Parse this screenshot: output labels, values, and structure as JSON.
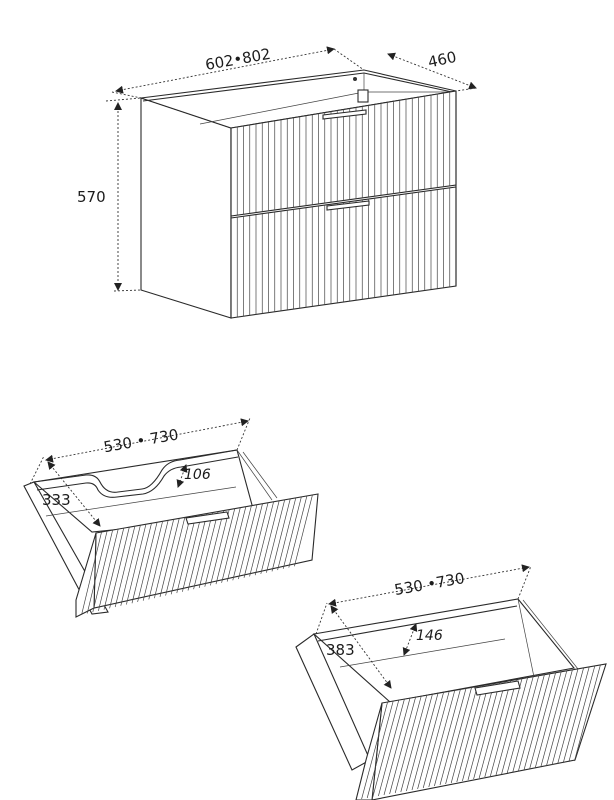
{
  "cabinet": {
    "width_label": "602•802",
    "depth_label": "460",
    "height_label": "570"
  },
  "drawer_top": {
    "width_label": "530 • 730",
    "depth_label": "333",
    "height_label": "106"
  },
  "drawer_bottom": {
    "width_label": "530 •730",
    "depth_label": "383",
    "height_label": "146"
  },
  "colors": {
    "line": "#2a2a2a",
    "background": "#ffffff"
  }
}
